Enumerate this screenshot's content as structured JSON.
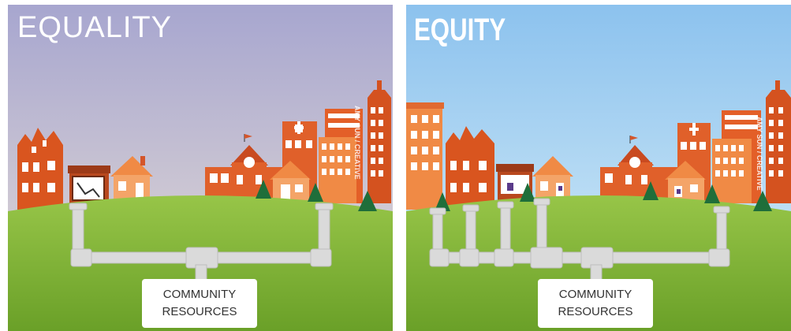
{
  "panels": {
    "equality": {
      "title": "EQUALITY",
      "credit": "AMY SUN / CREATIVE",
      "resources_line1": "COMMUNITY",
      "resources_line2": "RESOURCES"
    },
    "equity": {
      "title": "EQUITY",
      "credit": "AMY SUN / CREATIVE",
      "resources_line1": "COMMUNITY",
      "resources_line2": "RESOURCES"
    }
  },
  "colors": {
    "equality_sky_top": "#a9a8cf",
    "equality_sky_bottom": "#e3dcd8",
    "equity_sky_top": "#8fc4ee",
    "equity_sky_bottom": "#d6ecf7",
    "grass_top": "#8fc342",
    "grass_bottom": "#6fa32a",
    "building_orange": "#e8662f",
    "building_dark": "#c9471c",
    "building_light": "#f4a36a",
    "tree_green": "#1f6e3a",
    "pipe_gray": "#d9d9d9"
  }
}
